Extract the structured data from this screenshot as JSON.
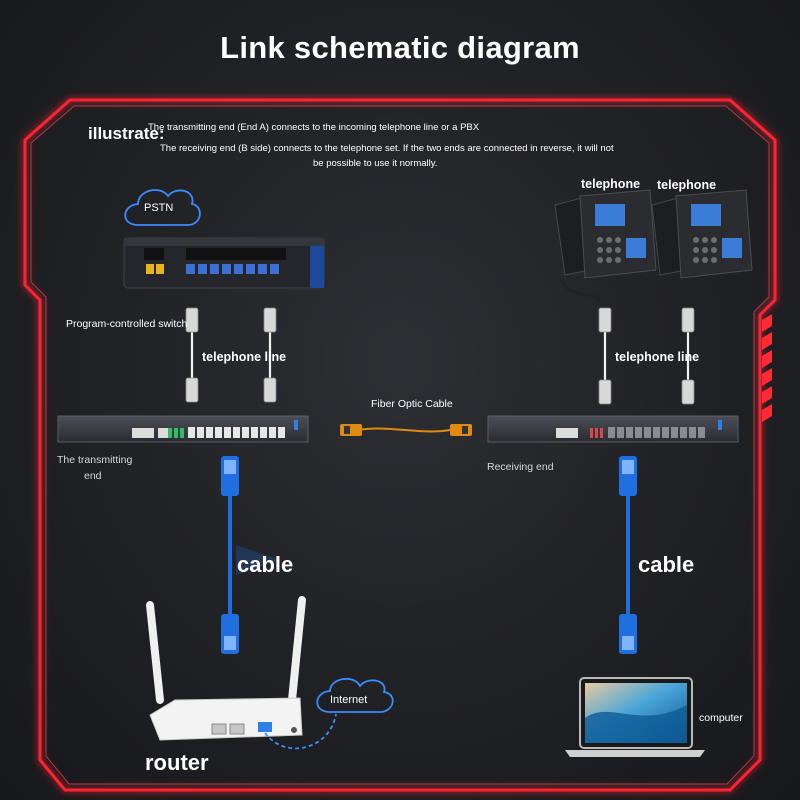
{
  "title": "Link schematic diagram",
  "illustrate": {
    "label": "illustrate:",
    "line1": "The transmitting end (End A) connects to the incoming telephone line or a PBX",
    "line2": "The receiving end (B side) connects to the telephone set. If the two ends are connected in reverse, it will not",
    "line3": "be possible to use it normally."
  },
  "clouds": {
    "pstn": "PSTN",
    "internet": "Internet"
  },
  "labels": {
    "telephone_1": "telephone",
    "telephone_2": "telephone",
    "switch": "Program-controlled switch",
    "telephone_line_left": "telephone line",
    "telephone_line_right": "telephone line",
    "fiber": "Fiber Optic Cable",
    "transmitting_1": "The transmitting",
    "transmitting_2": "end",
    "receiving": "Receiving end",
    "cable_left": "cable",
    "cable_right": "cable",
    "router": "router",
    "computer": "computer"
  },
  "colors": {
    "frame_glow": "#ff1f2d",
    "ethernet_blue": "#1f6fe0",
    "fiber_orange": "#e08a10",
    "background": "#1f2024"
  }
}
